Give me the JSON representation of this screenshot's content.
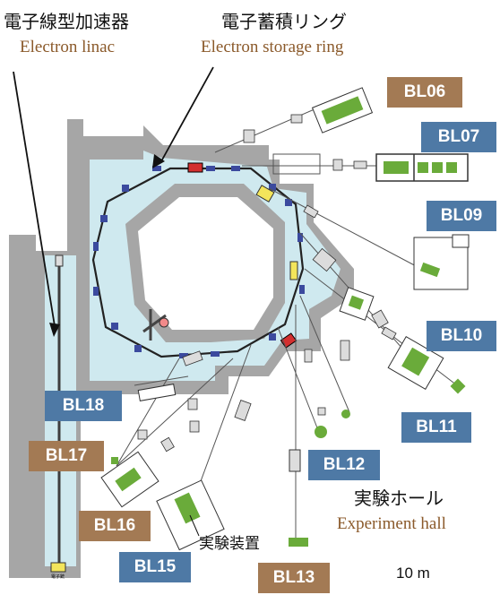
{
  "labels": {
    "linac_jp": "電子線型加速器",
    "linac_en": "Electron linac",
    "ring_jp": "電子蓄積リング",
    "ring_en": "Electron storage ring",
    "hall_jp": "実験ホール",
    "hall_en": "Experiment hall",
    "apparatus_jp": "実験装置",
    "scale": "10 m",
    "gun_label": "電子銃"
  },
  "beamlines": [
    {
      "name": "BL06",
      "color": "#a37a54"
    },
    {
      "name": "BL07",
      "color": "#4e79a5"
    },
    {
      "name": "BL09",
      "color": "#4e79a5"
    },
    {
      "name": "BL10",
      "color": "#4e79a5"
    },
    {
      "name": "BL11",
      "color": "#4e79a5"
    },
    {
      "name": "BL12",
      "color": "#4e79a5"
    },
    {
      "name": "BL13",
      "color": "#a37a54"
    },
    {
      "name": "BL15",
      "color": "#4e79a5"
    },
    {
      "name": "BL16",
      "color": "#a37a54"
    },
    {
      "name": "BL17",
      "color": "#a37a54"
    },
    {
      "name": "BL18",
      "color": "#4e79a5"
    }
  ],
  "colors": {
    "shield": "#a6a6a6",
    "floor": "#cfe9ef",
    "equipment": "#6aab3a",
    "magnet": "#3b4a9e"
  }
}
